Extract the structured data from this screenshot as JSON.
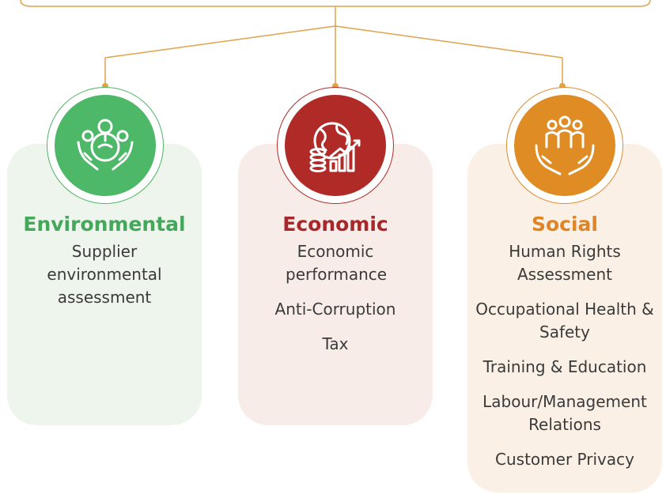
{
  "colors": {
    "connector": "#e0a24a",
    "environmental": "#4db867",
    "economic": "#b02a27",
    "social": "#e08c25"
  },
  "pillars": [
    {
      "key": "env",
      "icon": "nature-hands-icon",
      "title": "Environmental",
      "items": [
        "Supplier environmental assessment"
      ]
    },
    {
      "key": "eco",
      "icon": "globe-coins-growth-icon",
      "title": "Economic",
      "items": [
        "Economic performance",
        "Anti-Corruption",
        "Tax"
      ]
    },
    {
      "key": "soc",
      "icon": "people-hands-icon",
      "title": "Social",
      "items": [
        "Human Rights Assessment",
        "Occupational Health & Safety",
        "Training & Education",
        "Labour/Management Relations",
        "Customer Privacy"
      ]
    }
  ]
}
